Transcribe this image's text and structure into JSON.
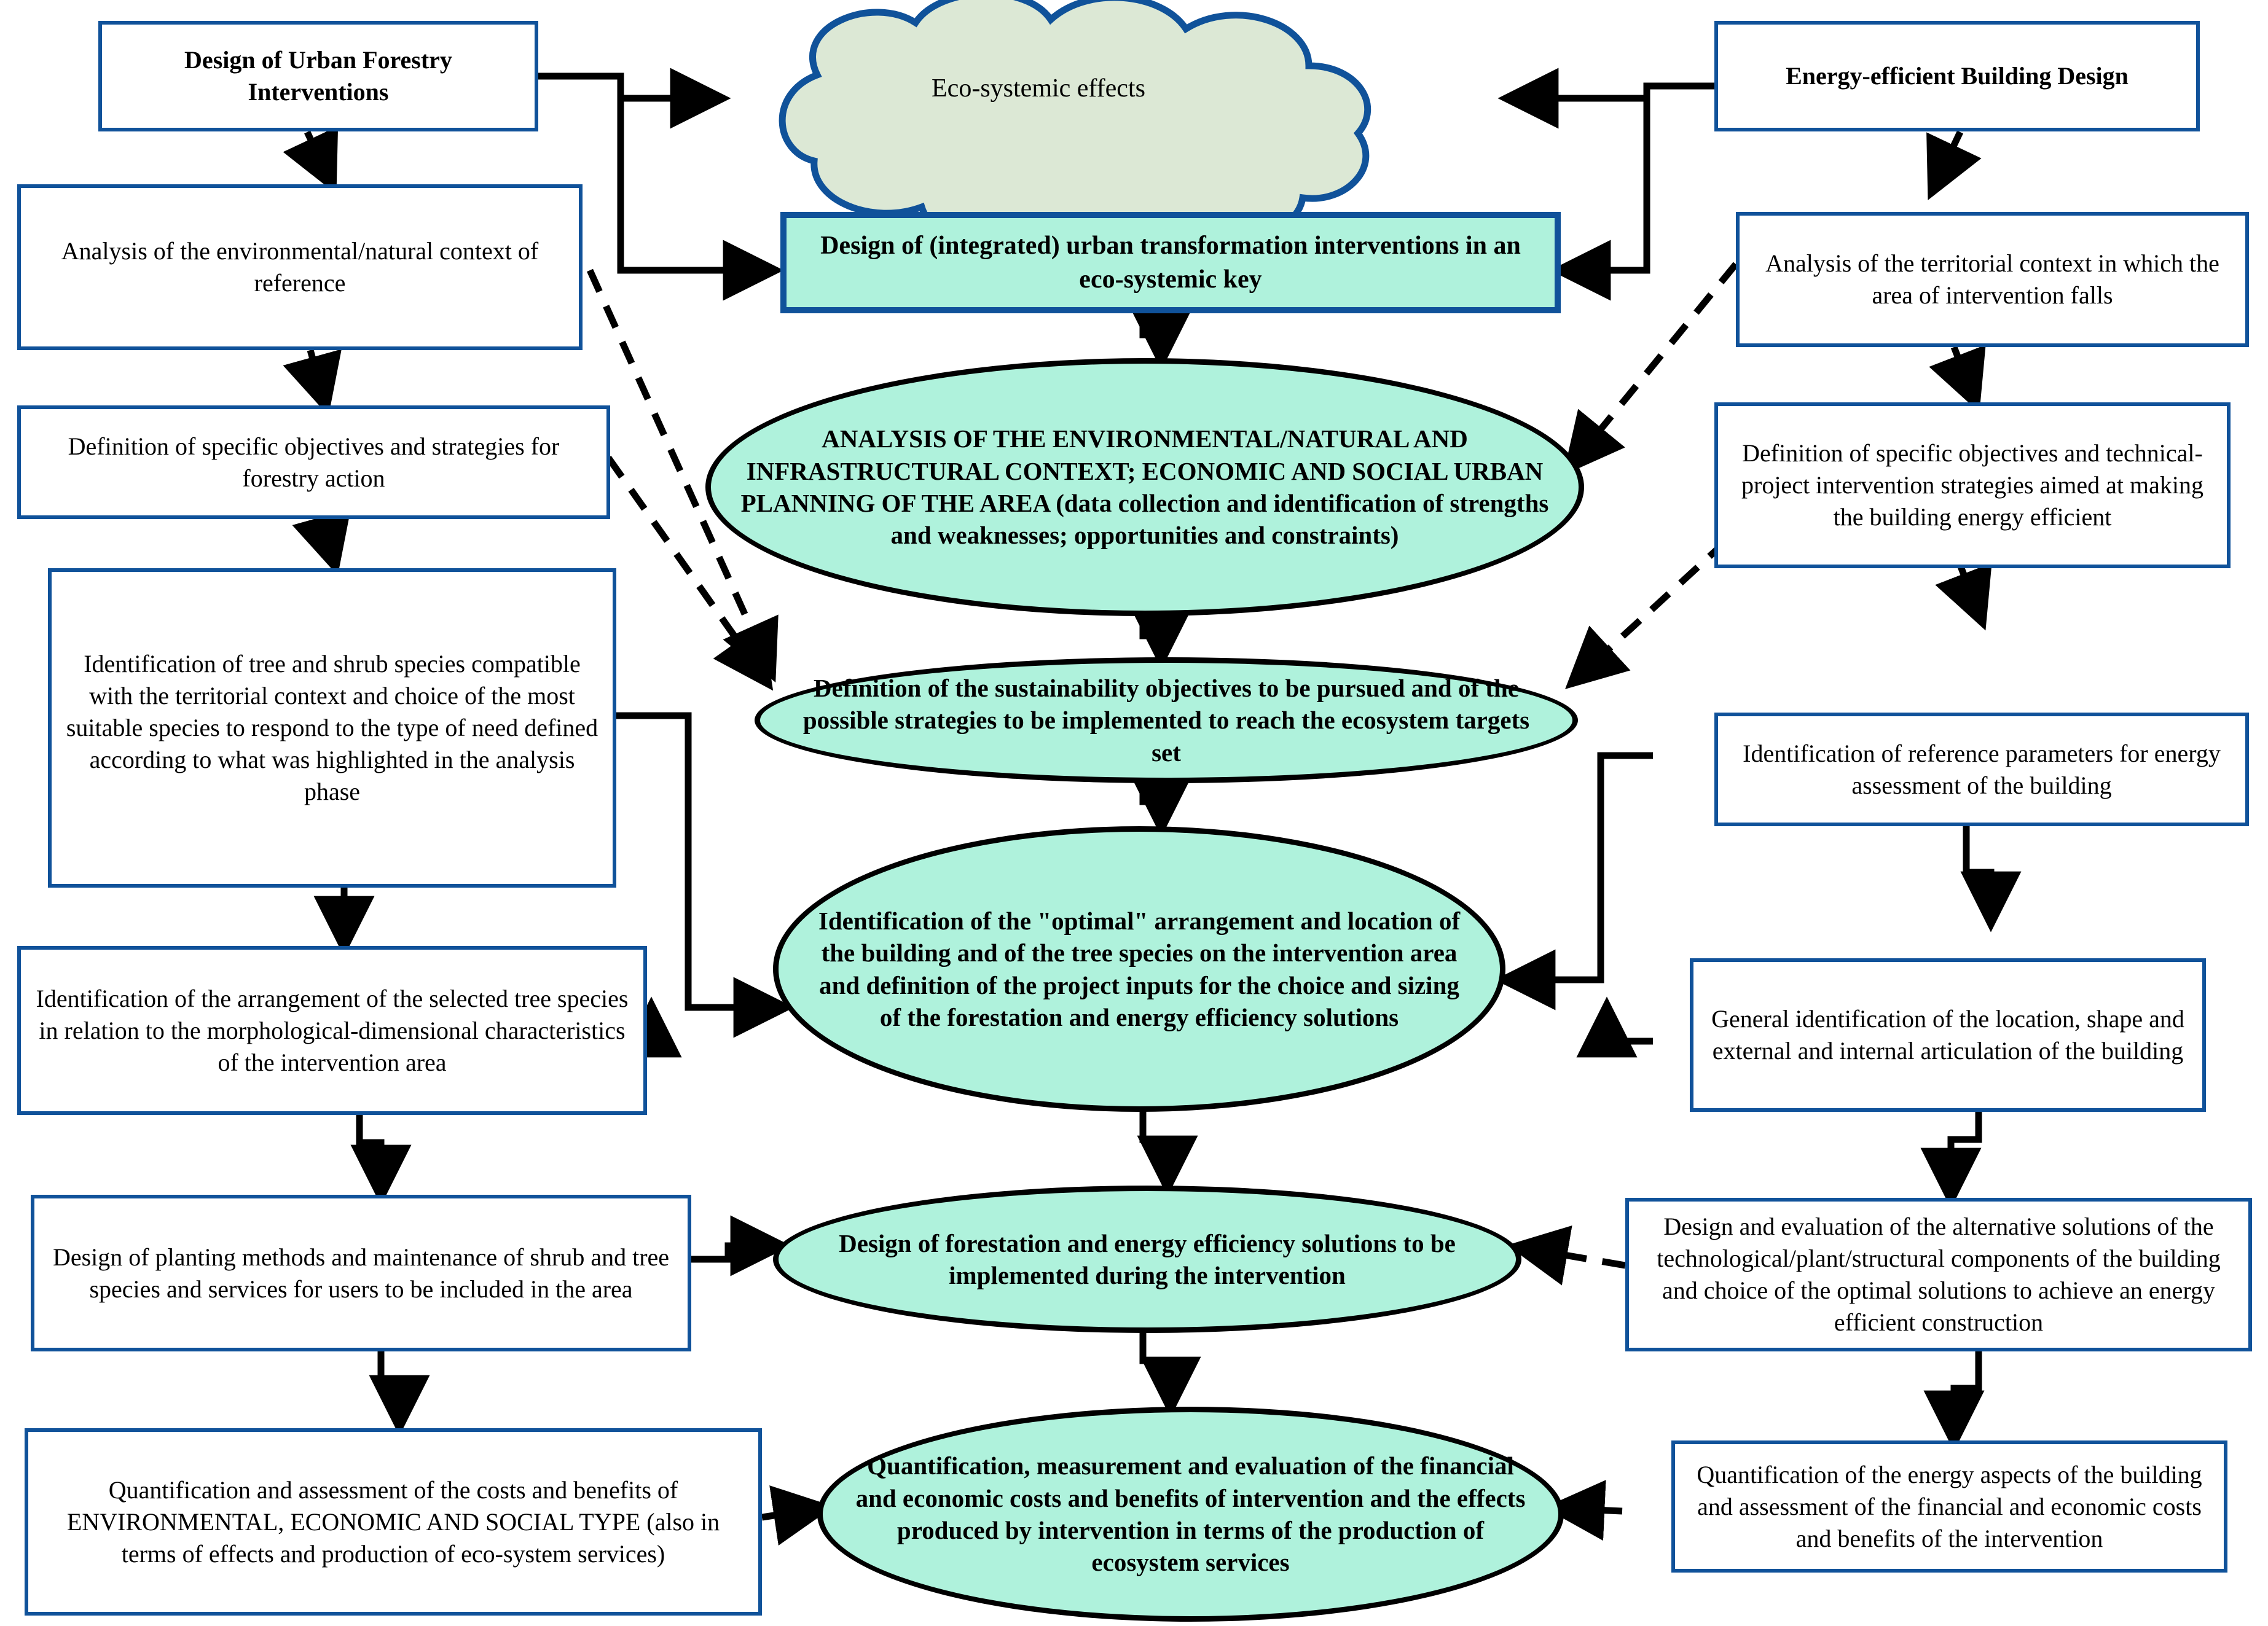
{
  "diagram": {
    "title": "Integrated design flowchart: urban forestry interventions and energy-efficient building design",
    "colors": {
      "box_border": "#10529A",
      "box_fill": "#FFFFFF",
      "teal_fill": "#AFF2DC",
      "teal_border": "#10529A",
      "ellipse_fill": "#AFF2DC",
      "ellipse_border": "#000000",
      "cloud_fill": "#DCE8D5",
      "cloud_border": "#10529A",
      "connector": "#000000"
    },
    "cloud": {
      "label": "Eco-systemic effects",
      "shape": "cloud-shape"
    },
    "left_column": {
      "header": "Design of Urban Forestry Interventions",
      "items": [
        "Analysis of the environmental/natural context of reference",
        "Definition of specific objectives and strategies for forestry action",
        "Identification of tree and shrub species compatible with the territorial context and choice of the most suitable species to respond to the type of need defined according to what was highlighted in the analysis phase",
        "Identification of the arrangement of the selected tree species in relation to the morphological-dimensional characteristics of the intervention area",
        "Design of planting methods and maintenance of shrub and tree species and services for users to be included in the area",
        "Quantification and assessment of the costs and benefits of ENVIRONMENTAL, ECONOMIC AND SOCIAL TYPE (also in terms of effects and production of eco-system services)"
      ]
    },
    "right_column": {
      "header": "Energy-efficient Building Design",
      "items": [
        "Analysis of the territorial context in which the area of intervention falls",
        "Definition of specific objectives and technical-project intervention strategies aimed at making the building energy efficient",
        "Identification of reference parameters for energy assessment of the building",
        "General identification of the location, shape and external and internal articulation of the building",
        "Design and evaluation of the alternative solutions of the technological/plant/structural components of the building and choice of the optimal solutions to achieve an energy efficient construction",
        "Quantification of the energy aspects of the building and assessment of the financial and economic costs and benefits of the intervention"
      ]
    },
    "center_column": {
      "header": "Design of (integrated) urban transformation interventions in an eco-systemic key",
      "stages": [
        "ANALYSIS OF THE ENVIRONMENTAL/NATURAL AND INFRASTRUCTURAL CONTEXT; ECONOMIC AND SOCIAL URBAN PLANNING OF THE AREA (data collection and identification of strengths and weaknesses; opportunities and constraints)",
        "Definition of the sustainability objectives to be pursued and of the possible strategies to be implemented to reach the ecosystem targets set",
        "Identification of the \"optimal\" arrangement and location of the building and of the tree species on the intervention area and definition of the project inputs for the choice and sizing of the forestation and energy efficiency solutions",
        "Design of forestation and energy efficiency solutions to be implemented during the intervention",
        "Quantification, measurement and evaluation of the financial and economic costs and benefits of intervention and the effects produced by intervention in terms of the production of ecosystem services"
      ]
    }
  }
}
